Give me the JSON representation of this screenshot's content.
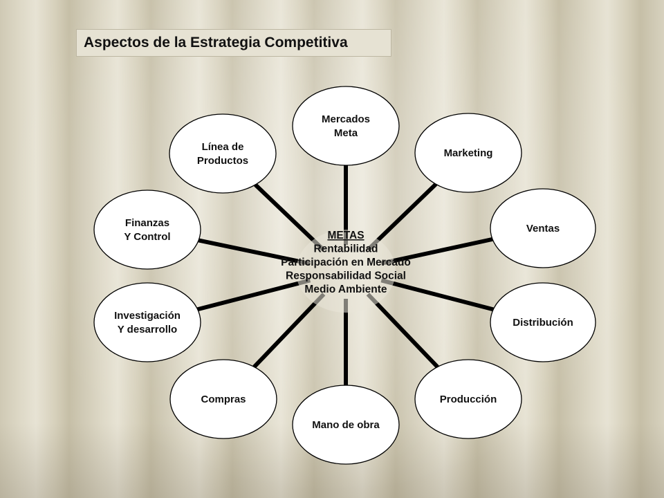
{
  "title": "Aspectos de la Estrategia Competitiva",
  "center": {
    "lines": [
      "METAS",
      "Rentabilidad",
      "Participación en Mercado",
      "Responsabilidad Social",
      "Medio Ambiente"
    ]
  },
  "nodes": [
    {
      "id": "mercados-meta",
      "lines": [
        "Mercados",
        "Meta"
      ]
    },
    {
      "id": "marketing",
      "lines": [
        "Marketing"
      ]
    },
    {
      "id": "ventas",
      "lines": [
        "Ventas"
      ]
    },
    {
      "id": "distribucion",
      "lines": [
        "Distribución"
      ]
    },
    {
      "id": "produccion",
      "lines": [
        "Producción"
      ]
    },
    {
      "id": "mano-de-obra",
      "lines": [
        "Mano de obra"
      ]
    },
    {
      "id": "compras",
      "lines": [
        "Compras"
      ]
    },
    {
      "id": "investigacion-desarrollo",
      "lines": [
        "Investigación",
        "Y desarrollo"
      ]
    },
    {
      "id": "finanzas-control",
      "lines": [
        "Finanzas",
        "Y Control"
      ]
    },
    {
      "id": "linea-productos",
      "lines": [
        "Línea de",
        "Productos"
      ]
    }
  ],
  "colors": {
    "node_fill": "#ffffff",
    "node_stroke": "#000000",
    "center_fill": "#eae6d8",
    "connector": "#000000"
  }
}
